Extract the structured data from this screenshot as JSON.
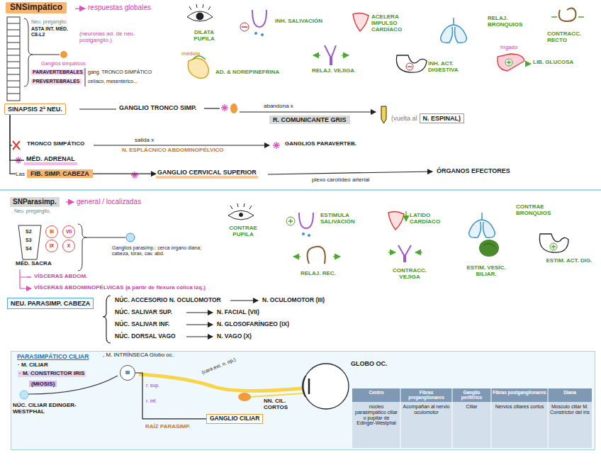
{
  "diagram": {
    "nodes": [
      {
        "text": [
          "SNSimpático"
        ]
      },
      {
        "text": [
          "SINAPSIS 2ª NEU."
        ]
      },
      {
        "text": [
          "R. COMUNICANTE GRIS"
        ]
      },
      {
        "text": [
          "(vuelta al",
          "N. ESPINAL)"
        ]
      },
      {
        "text": [
          "MÉD. ADRENAL"
        ]
      },
      {
        "text": [
          "Las",
          "FIB. SIMP. CABEZA"
        ]
      },
      {
        "text": [
          "GANGLIO CERVICAL SUPERIOR"
        ]
      },
      {
        "text": [
          "SNParasimp."
        ]
      },
      {
        "text": [
          "III"
        ]
      },
      {
        "text": [
          "VII"
        ]
      },
      {
        "text": [
          "IX"
        ]
      },
      {
        "text": [
          "X"
        ]
      },
      {
        "text": [
          "NEU. PARASIMP. CABEZA"
        ]
      },
      {
        "text": [
          "PARASIMPÁTICO CILIAR"
        ]
      },
      {
        "text": [
          "(MIOSIS)"
        ],
        "in": 13
      },
      {
        "text": [
          "III"
        ],
        "in": 13
      },
      {
        "text": [
          "GANGLIO CILIAR"
        ],
        "in": 13
      }
    ],
    "edges": [
      {
        "from": 1,
        "to": 4,
        "arrow": "none"
      },
      {
        "from": 1,
        "to": 5,
        "arrow": "none"
      },
      {
        "from": 5,
        "to": 6,
        "arrow": "to"
      },
      {
        "from": 15,
        "to": 16,
        "arrow": "none"
      }
    ],
    "labels": [
      "respuestas globales",
      "Neu. preganglio.",
      "ASTA INT. MÉD. C8-L2",
      "(neuronas ad. de neu. postganglio.)",
      "Ganglios simpáticos",
      "PARAVERTEBRALES",
      "gang. TRONCO SIMPÁTICO",
      "PREVERTEBRALES",
      "celíaco, mesentérico...",
      "DILATA PUPILA",
      "INH. SALIVACIÓN",
      "ACELERA IMPULSO CARDÍACO",
      "RELAJ. BRONQUIOS",
      "CONTRACC. RECTO",
      "médula",
      "AD. & NOREPINEFRINA",
      "RELAJ. VEJIGA",
      "INH. ACT. DIGESTIVA",
      "hígado",
      "LIB. GLUCOSA",
      "GANGLIO TRONCO SIMP.",
      "abandona x",
      "TRONCO SIMPÁTICO",
      "salida x",
      "N. ESPLÁCNICO ABDOMINOPÉLVICO",
      "GANGLIOS PARAVERTEB.",
      "plexo carotídeo arterial",
      "ÓRGANOS EFECTORES",
      "general / localizadas",
      "Neu. preganglio.",
      "S2",
      "S3",
      "S4",
      "MÉD. SACRA",
      "Ganglios parasimp.: cerca órgano diana; cabeza, tórax, cav. abd.",
      "VÍSCERAS ABDOM.",
      "VÍSCERAS ABDOMINOPÉLVICAS (a partir de flexura cólica izq.)",
      "CONTRAE PUPILA",
      "ESTIMULA SALIVACIÓN",
      "LATIDO CARDÍACO",
      "CONTRAE BRONQUIOS",
      "RELAJ. REC.",
      "CONTRACC. VEJIGA",
      "ESTIM. VESÍC. BILIAR.",
      "ESTIM. ACT. DIG.",
      "NÚC. ACCESORIO N. OCULOMOTOR",
      "N. OCULOMOTOR (III)",
      "NÚC. SALIVAR SUP.",
      "N. FACIAL (VII)",
      "NÚC. SALIVAR INF.",
      "N. GLOSOFARÍNGEO (IX)",
      "NÚC. DORSAL VAGO",
      "N. VAGO (X)",
      ", M. INTRÍNSECA Globo oc.",
      "· M. CILIAR",
      "· M. CONSTRICTOR IRIS",
      "r. sup.",
      "r. inf.",
      "NÚC. CILIAR EDINGER-WESTPHAL",
      "RAÍZ PARASIMP.",
      "(cara ext. n. op.)",
      "NN. CIL. CORTOS",
      "GLOBO OC.",
      "Centro",
      "Fibras preganglionares",
      "Ganglio periférico",
      "Fibras postganglionares",
      "Diana",
      "núcleo parasimpático ciliar o pupilar de Edinger-Westphal",
      "Acompañan al nervio oculomotor",
      "Ciliar",
      "Nervios ciliares cortos",
      "Músculo ciliar M. Constrictor del iris"
    ]
  }
}
